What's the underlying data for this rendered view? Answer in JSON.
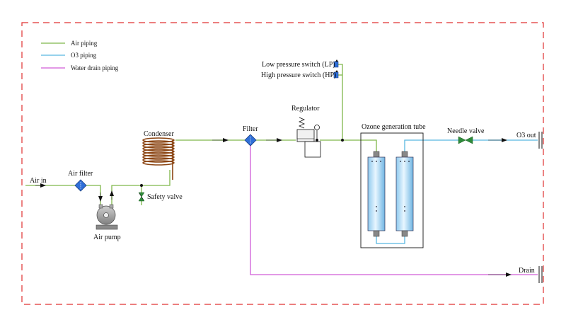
{
  "legend": {
    "air": {
      "label": "Air piping",
      "color": "#7fb74a"
    },
    "o3": {
      "label": "O3  piping",
      "color": "#58b7e0"
    },
    "drain": {
      "label": "Water drain piping",
      "color": "#d05cd8"
    }
  },
  "labels": {
    "air_in": "Air in",
    "air_filter": "Air filter",
    "air_pump": "Air pump",
    "safety_valve": "Safety valve",
    "condenser": "Condenser",
    "filter": "Filter",
    "regulator": "Regulator",
    "lp_switch": "Low pressure switch (LP)",
    "hp_switch": "High pressure switch (HP)",
    "ozone_tube": "Ozone generation tube",
    "needle_valve": "Needle valve",
    "o3_out": "O3 out",
    "drain": "Drain"
  },
  "colors": {
    "boundary": "#e03030",
    "filter_fill": "#2f6fd8",
    "condenser": "#8b4513",
    "tube_fill": "#bfe3f7",
    "needle_valve": "#2e8b3a"
  }
}
